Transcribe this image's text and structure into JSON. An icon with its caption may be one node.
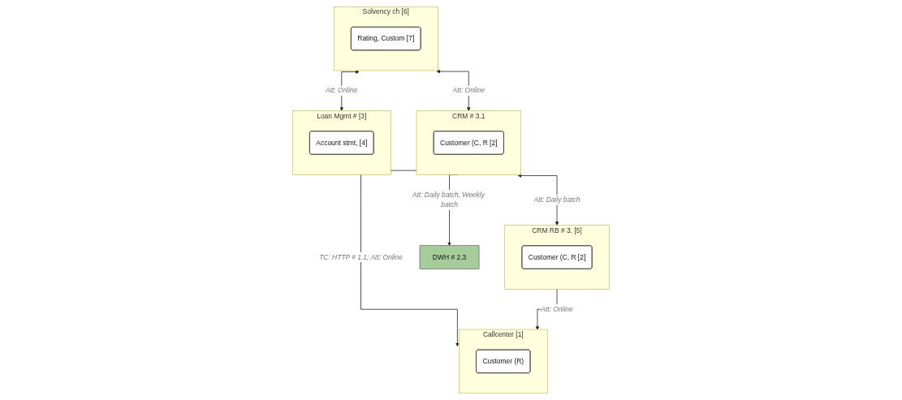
{
  "diagram": {
    "nodes": [
      {
        "text": [
          "Solvency ch [6]"
        ]
      },
      {
        "text": [
          "Rating, Custom [7]"
        ],
        "in": 0
      },
      {
        "text": [
          "CRM # 3.1"
        ]
      },
      {
        "text": [
          "Customer (C, R [2]"
        ],
        "in": 2
      },
      {
        "text": [
          "DWH # 2.3"
        ]
      },
      {
        "text": [
          "Callcenter  [1]"
        ]
      },
      {
        "text": [
          "Customer (R)"
        ],
        "in": 5
      },
      {
        "text": [
          "Loan Mgmt # [3]"
        ]
      },
      {
        "text": [
          "Account stmt,  [4]"
        ],
        "in": 7
      },
      {
        "text": [
          "CRM RB # 3. [5]"
        ]
      },
      {
        "text": [
          "Customer (C, R [2]"
        ],
        "in": 9
      }
    ],
    "edges": [
      {
        "from": 0,
        "to": 2,
        "arrow": "both",
        "label": "Att: Online"
      },
      {
        "from": 2,
        "to": 4,
        "arrow": "to",
        "label": "Att: Daily batch, Weekly batch"
      },
      {
        "from": 2,
        "to": 5,
        "arrow": "to",
        "label": "TC: HTTP # 1.1; Att: Online"
      },
      {
        "from": 0,
        "to": 7,
        "arrow": "both",
        "label": "Att: Online"
      },
      {
        "from": 2,
        "to": 9,
        "arrow": "both",
        "label": "Att: Daily batch"
      },
      {
        "from": 9,
        "to": 5,
        "arrow": "to",
        "label": "Att: Online"
      }
    ]
  }
}
